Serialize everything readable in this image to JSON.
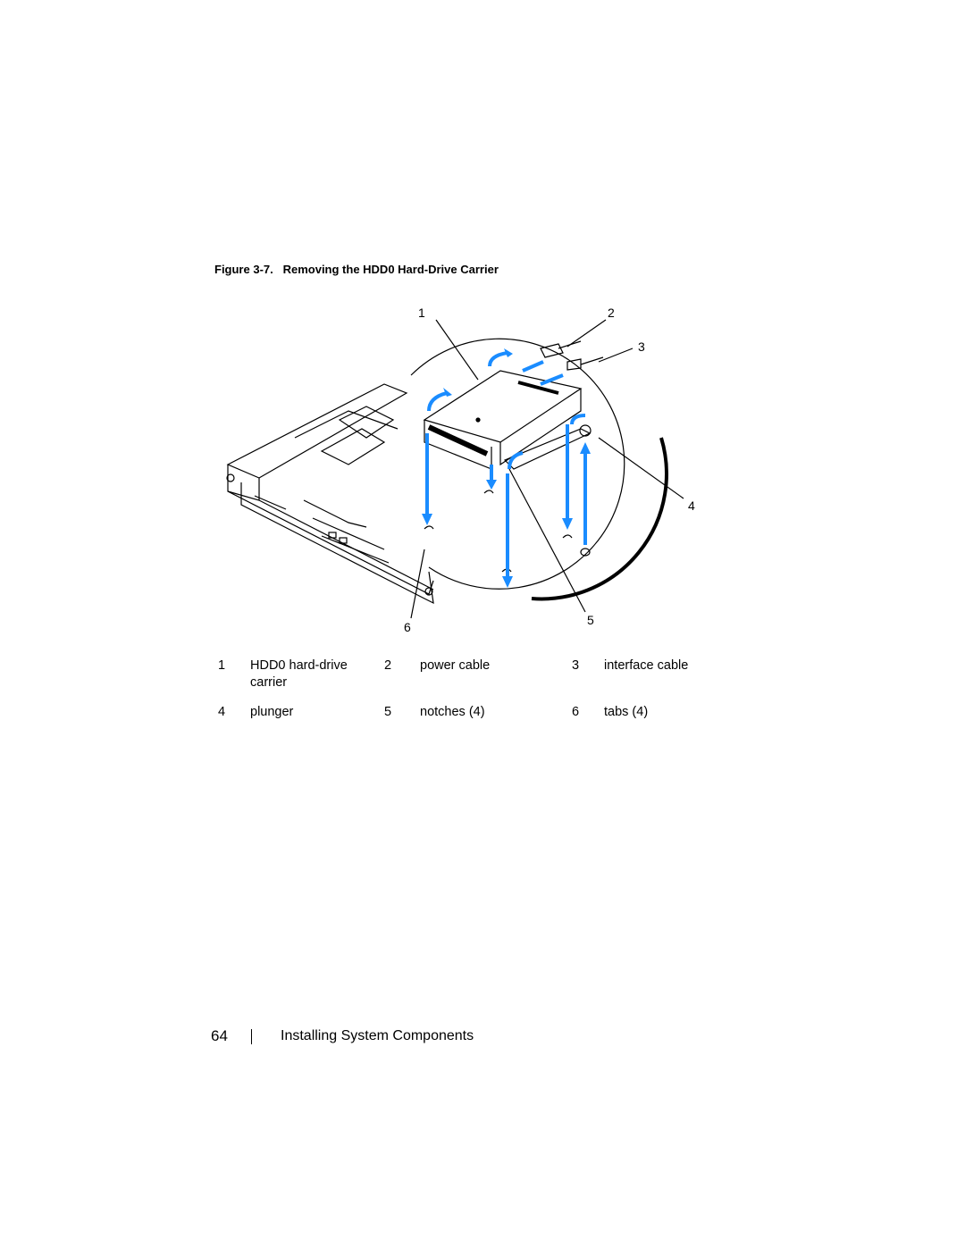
{
  "caption": {
    "prefix": "Figure 3-7.",
    "title": "Removing the HDD0 Hard-Drive Carrier"
  },
  "callouts": [
    "1",
    "2",
    "3",
    "4",
    "5",
    "6"
  ],
  "legend": [
    {
      "num": "1",
      "label": "HDD0 hard-drive carrier"
    },
    {
      "num": "2",
      "label": "power cable"
    },
    {
      "num": "3",
      "label": "interface cable"
    },
    {
      "num": "4",
      "label": "plunger"
    },
    {
      "num": "5",
      "label": "notches (4)"
    },
    {
      "num": "6",
      "label": "tabs (4)"
    }
  ],
  "footer": {
    "page_number": "64",
    "section": "Installing System Components"
  },
  "colors": {
    "arrow": "#1a8cff",
    "line": "#000000"
  }
}
